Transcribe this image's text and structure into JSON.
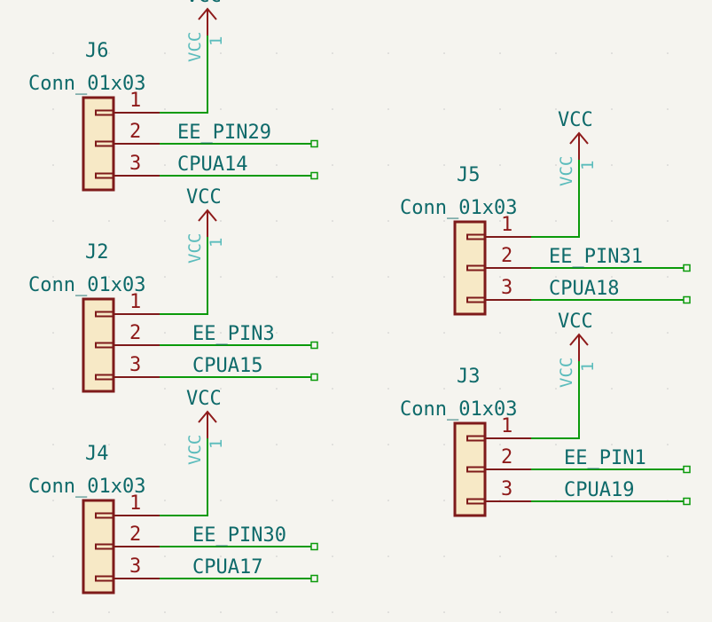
{
  "colors": {
    "background": "#f5f4ef",
    "wire": "#0a9a0a",
    "connector_body_fill": "#f7e9c6",
    "connector_outline": "#7e1a1a",
    "pin": "#7e1a1a",
    "pin_number": "#8e1a1a",
    "reference_text": "#0e6a6a",
    "power_symbol": "#8e1a1a",
    "power_pin_text": "#5bbcbc",
    "grid_dot": "#c8c8c8"
  },
  "connectors": [
    {
      "reference": "J6",
      "value": "Conn_01x03",
      "power": {
        "label": "VCC",
        "pin_name": "VCC",
        "pin_number": "1"
      },
      "pins": [
        {
          "number": "1",
          "net": ""
        },
        {
          "number": "2",
          "net": "EE_PIN29"
        },
        {
          "number": "3",
          "net": "CPUA14"
        }
      ]
    },
    {
      "reference": "J2",
      "value": "Conn_01x03",
      "power": {
        "label": "VCC",
        "pin_name": "VCC",
        "pin_number": "1"
      },
      "pins": [
        {
          "number": "1",
          "net": ""
        },
        {
          "number": "2",
          "net": "EE_PIN3"
        },
        {
          "number": "3",
          "net": "CPUA15"
        }
      ]
    },
    {
      "reference": "J4",
      "value": "Conn_01x03",
      "power": {
        "label": "VCC",
        "pin_name": "VCC",
        "pin_number": "1"
      },
      "pins": [
        {
          "number": "1",
          "net": ""
        },
        {
          "number": "2",
          "net": "EE_PIN30"
        },
        {
          "number": "3",
          "net": "CPUA17"
        }
      ]
    },
    {
      "reference": "J5",
      "value": "Conn_01x03",
      "power": {
        "label": "VCC",
        "pin_name": "VCC",
        "pin_number": "1"
      },
      "pins": [
        {
          "number": "1",
          "net": ""
        },
        {
          "number": "2",
          "net": "EE_PIN31"
        },
        {
          "number": "3",
          "net": "CPUA18"
        }
      ]
    },
    {
      "reference": "J3",
      "value": "Conn_01x03",
      "power": {
        "label": "VCC",
        "pin_name": "VCC",
        "pin_number": "1"
      },
      "pins": [
        {
          "number": "1",
          "net": ""
        },
        {
          "number": "2",
          "net": "EE_PIN1"
        },
        {
          "number": "3",
          "net": "CPUA19"
        }
      ]
    }
  ]
}
